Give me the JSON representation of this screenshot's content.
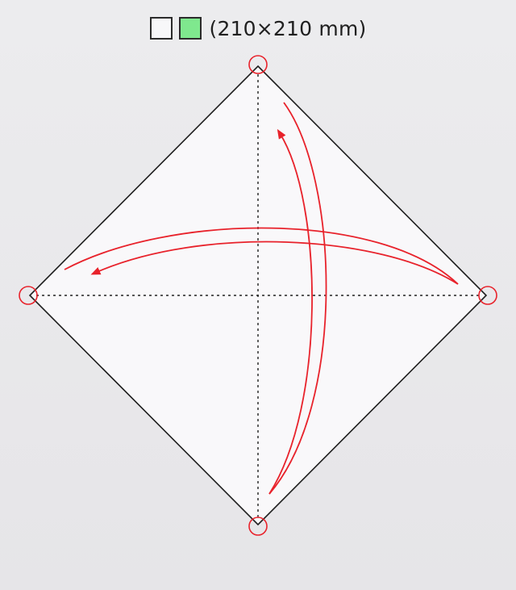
{
  "header": {
    "size_label": "(210×210 mm)",
    "swatches": [
      {
        "name": "front-color",
        "color": "#f7f7f9"
      },
      {
        "name": "back-color",
        "color": "#7fe88e"
      }
    ]
  },
  "colors": {
    "paper": "#f9f8fa",
    "paper_edge": "#1e1e1e",
    "crease": "#222222",
    "arrow": "#e8222b",
    "marker": "#e8222b"
  },
  "diagram": {
    "step": "fold-and-unfold-both-diagonals",
    "creases": [
      "vertical-diagonal-valley",
      "horizontal-diagonal-valley"
    ],
    "corner_markers": [
      "top",
      "left",
      "right",
      "bottom"
    ],
    "arrows": [
      "fold-right-to-left",
      "fold-bottom-to-top"
    ]
  }
}
